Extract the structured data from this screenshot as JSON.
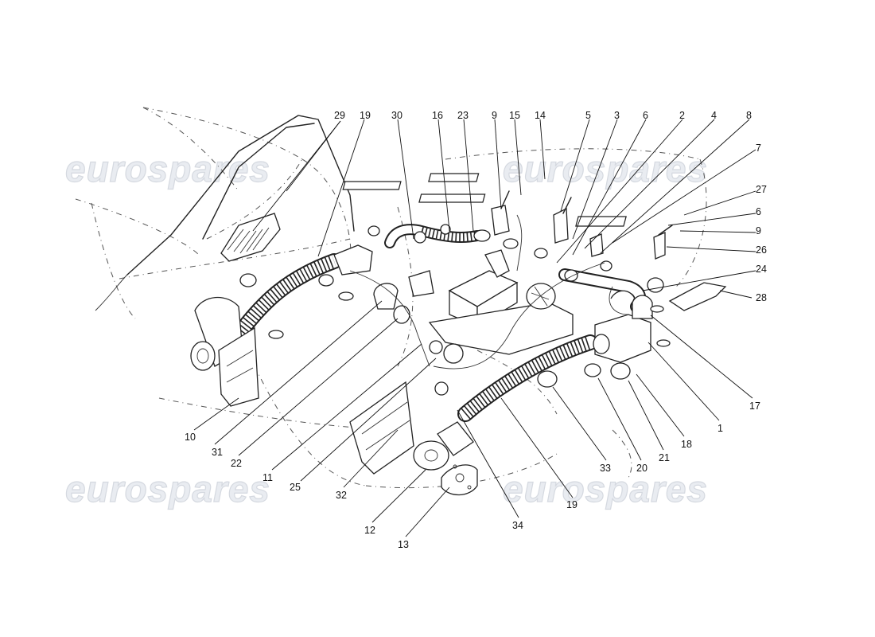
{
  "watermarks": [
    "eurospares",
    "eurospares",
    "eurospares",
    "eurospares"
  ],
  "callouts": {
    "29": "29",
    "19a": "19",
    "30": "30",
    "16": "16",
    "23": "23",
    "9a": "9",
    "15": "15",
    "14": "14",
    "5": "5",
    "3": "3",
    "6a": "6",
    "2": "2",
    "4": "4",
    "8": "8",
    "7": "7",
    "27": "27",
    "6b": "6",
    "9b": "9",
    "26": "26",
    "24": "24",
    "28": "28",
    "17": "17",
    "1": "1",
    "18": "18",
    "21": "21",
    "20": "20",
    "33": "33",
    "19b": "19",
    "34": "34",
    "13": "13",
    "12": "12",
    "32": "32",
    "25": "25",
    "11": "11",
    "22": "22",
    "31": "31",
    "10": "10"
  }
}
